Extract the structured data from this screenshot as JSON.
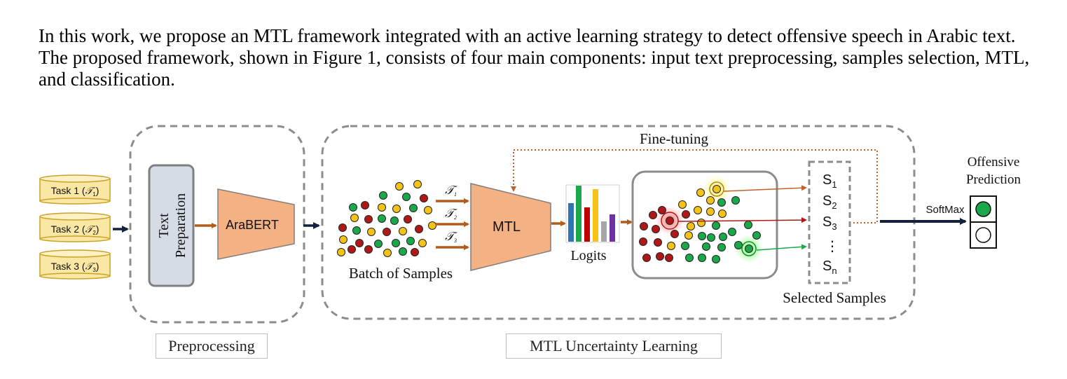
{
  "paragraph": "In this work, we propose an MTL framework integrated with an active learning strategy to detect offensive speech in Arabic text. The proposed framework, shown in Figure 1, consists of four main components: input text preprocessing, samples selection, MTL, and classification.",
  "tasks": [
    {
      "label": "Task 1 (",
      "sym": "𝒯",
      "sub": "1",
      "close": ")"
    },
    {
      "label": "Task 2 (",
      "sym": "𝒯",
      "sub": "2",
      "close": ")"
    },
    {
      "label": "Task 3 (",
      "sym": "𝒯",
      "sub": "3",
      "close": ")"
    }
  ],
  "preprocessing": {
    "text_prep_line1": "Text",
    "text_prep_line2": "Preparation",
    "arabert": "AraBERT",
    "caption": "Preprocessing"
  },
  "mtl_section": {
    "fine_tuning": "Fine-tuning",
    "batch_label": "Batch of Samples",
    "task_arrows": [
      {
        "sym": "𝒯",
        "sub": "1"
      },
      {
        "sym": "𝒯",
        "sub": "2"
      },
      {
        "sym": "𝒯",
        "sub": "3"
      }
    ],
    "mtl": "MTL",
    "logits": "Logits",
    "caption": "MTL Uncertainty Learning"
  },
  "selected": {
    "items": [
      {
        "s": "S",
        "sub": "1"
      },
      {
        "s": "S",
        "sub": "2"
      },
      {
        "s": "S",
        "sub": "3"
      },
      {
        "s": "⋮",
        "sub": ""
      },
      {
        "s": "S",
        "sub": "n"
      }
    ],
    "label": "Selected Samples"
  },
  "output": {
    "softmax": "SoftMax",
    "title_line1": "Offensive",
    "title_line2": "Prediction"
  },
  "colors": {
    "task_fill": "#fbe7a4",
    "task_stroke": "#c9a227",
    "text_prep_fill": "#d6dce5",
    "orange_block": "#f4b183",
    "arrow_brown": "#b25c1c",
    "dash_gray": "#8c8c8c",
    "green": "#1aa84b",
    "red": "#b01818",
    "yellow": "#f5c216",
    "navy": "#14213d"
  }
}
